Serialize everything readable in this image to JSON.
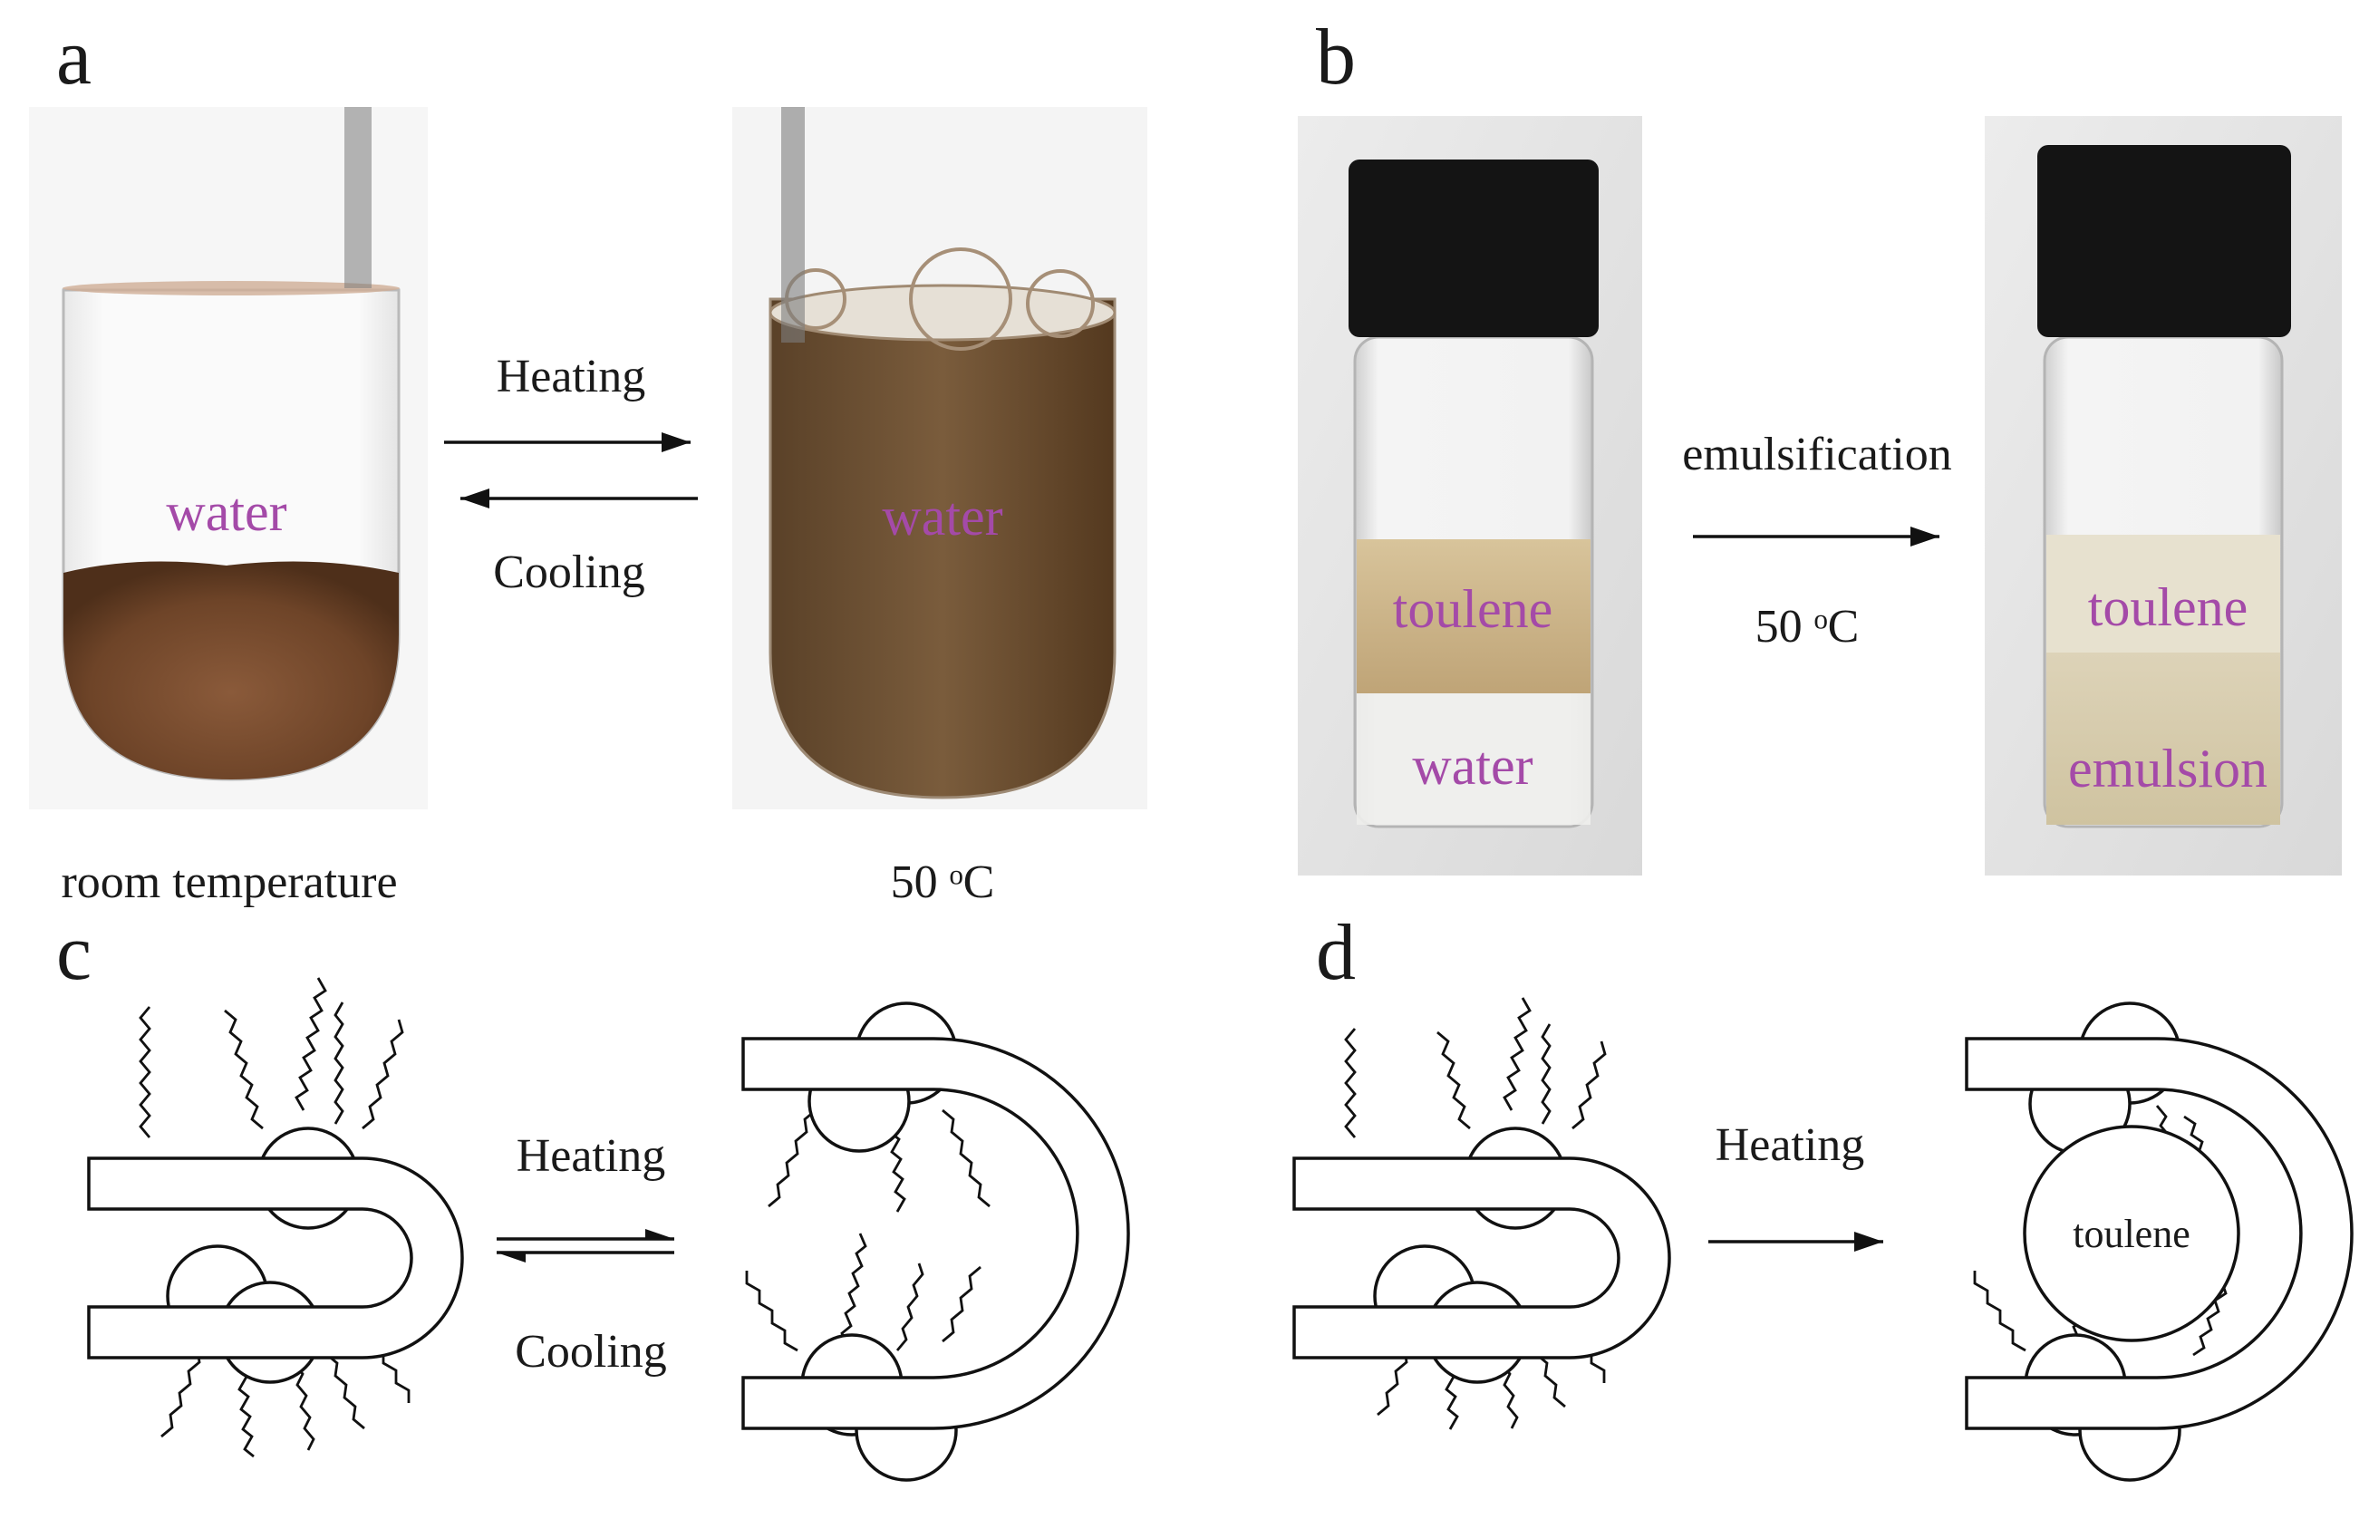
{
  "panels": {
    "a": {
      "letter": "a",
      "left_label": "water",
      "right_label": "water",
      "forward_label": "Heating",
      "reverse_label": "Cooling",
      "left_caption": "room temperature",
      "right_caption": "50 ᵒC"
    },
    "b": {
      "letter": "b",
      "left_top_label": "toulene",
      "left_bottom_label": "water",
      "right_top_label": "toulene",
      "right_bottom_label": "emulsion",
      "arrow_label_top": "emulsification",
      "arrow_label_bottom": "50 ᵒC"
    },
    "c": {
      "letter": "c",
      "forward_label": "Heating",
      "reverse_label": "Cooling"
    },
    "d": {
      "letter": "d",
      "arrow_label": "Heating",
      "inner_label": "toulene"
    }
  },
  "colors": {
    "overlay_text": "#a44aa8",
    "brown_sediment": "#7a4a2e",
    "brown_liquid": "#6b4f33",
    "toluene_layer": "#c9b48a",
    "emulsion_layer": "#d8cfb4",
    "vial_cap": "#141414"
  }
}
